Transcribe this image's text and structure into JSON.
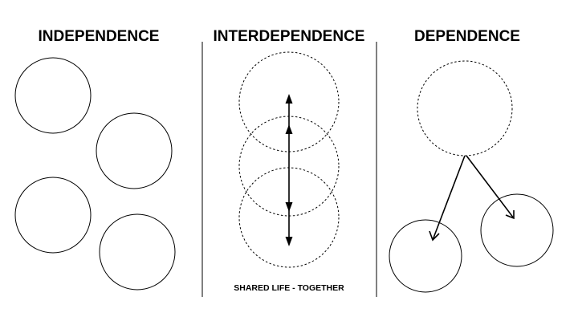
{
  "titles": {
    "independence": "INDEPENDENCE",
    "interdependence": "INTERDEPENDENCE",
    "dependence": "DEPENDENCE"
  },
  "caption": "SHARED LIFE - TOGETHER",
  "colors": {
    "stroke": "#000000",
    "background": "#ffffff"
  }
}
